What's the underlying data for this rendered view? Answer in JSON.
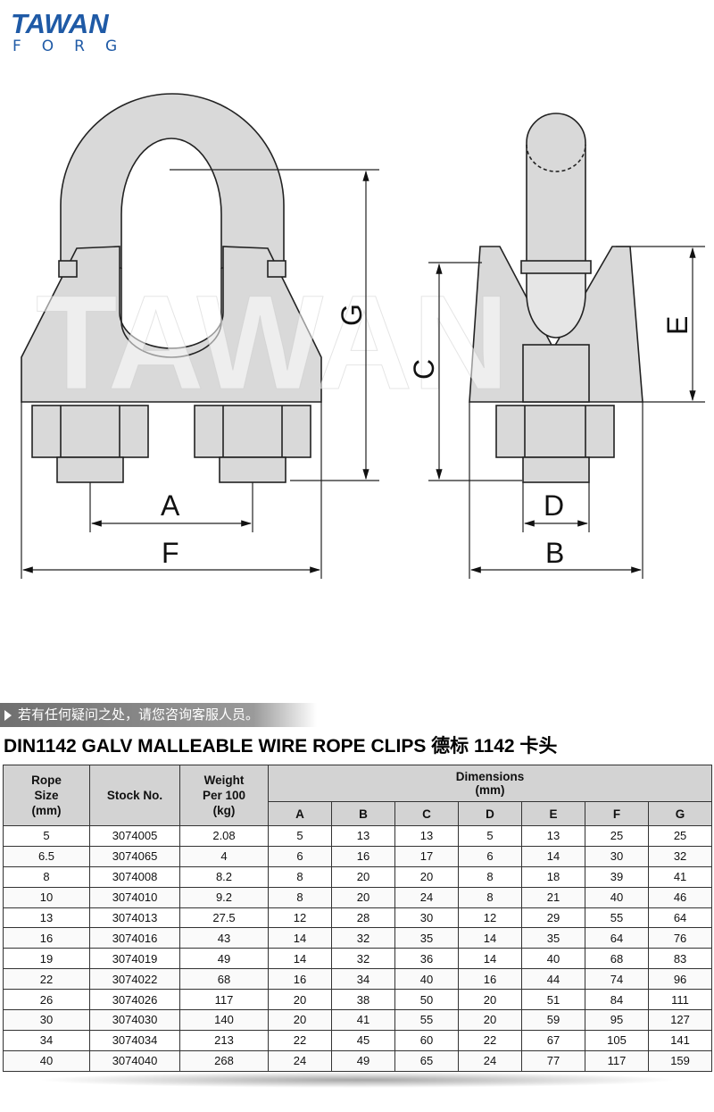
{
  "logo": {
    "line1": "TAWAN",
    "line2": "FORG"
  },
  "watermark": "TAWAN",
  "drawing_labels": {
    "A": "A",
    "F": "F",
    "G": "G",
    "C": "C",
    "E": "E",
    "D": "D",
    "B": "B"
  },
  "notice": "若有任何疑问之处，请您咨询客服人员。",
  "title": "DIN1142 GALV MALLEABLE WIRE ROPE CLIPS 德标 1142 卡头",
  "table": {
    "headers": {
      "rope_size": "Rope Size (mm)",
      "rope_size_lines": [
        "Rope",
        "Size",
        "(mm)"
      ],
      "stock_no": "Stock No.",
      "weight_lines": [
        "Weight",
        "Per 100",
        "(kg)"
      ],
      "dimensions_lines": [
        "Dimensions",
        "(mm)"
      ],
      "dim_cols": [
        "A",
        "B",
        "C",
        "D",
        "E",
        "F",
        "G"
      ]
    },
    "rows": [
      [
        "5",
        "3074005",
        "2.08",
        "5",
        "13",
        "13",
        "5",
        "13",
        "25",
        "25"
      ],
      [
        "6.5",
        "3074065",
        "4",
        "6",
        "16",
        "17",
        "6",
        "14",
        "30",
        "32"
      ],
      [
        "8",
        "3074008",
        "8.2",
        "8",
        "20",
        "20",
        "8",
        "18",
        "39",
        "41"
      ],
      [
        "10",
        "3074010",
        "9.2",
        "8",
        "20",
        "24",
        "8",
        "21",
        "40",
        "46"
      ],
      [
        "13",
        "3074013",
        "27.5",
        "12",
        "28",
        "30",
        "12",
        "29",
        "55",
        "64"
      ],
      [
        "16",
        "3074016",
        "43",
        "14",
        "32",
        "35",
        "14",
        "35",
        "64",
        "76"
      ],
      [
        "19",
        "3074019",
        "49",
        "14",
        "32",
        "36",
        "14",
        "40",
        "68",
        "83"
      ],
      [
        "22",
        "3074022",
        "68",
        "16",
        "34",
        "40",
        "16",
        "44",
        "74",
        "96"
      ],
      [
        "26",
        "3074026",
        "117",
        "20",
        "38",
        "50",
        "20",
        "51",
        "84",
        "111"
      ],
      [
        "30",
        "3074030",
        "140",
        "20",
        "41",
        "55",
        "20",
        "59",
        "95",
        "127"
      ],
      [
        "34",
        "3074034",
        "213",
        "22",
        "45",
        "60",
        "22",
        "67",
        "105",
        "141"
      ],
      [
        "40",
        "3074040",
        "268",
        "24",
        "49",
        "65",
        "24",
        "77",
        "117",
        "159"
      ]
    ]
  },
  "colors": {
    "brand": "#1f5aa6",
    "metal": "#d9d9d9",
    "header_bg": "#d3d3d3"
  }
}
